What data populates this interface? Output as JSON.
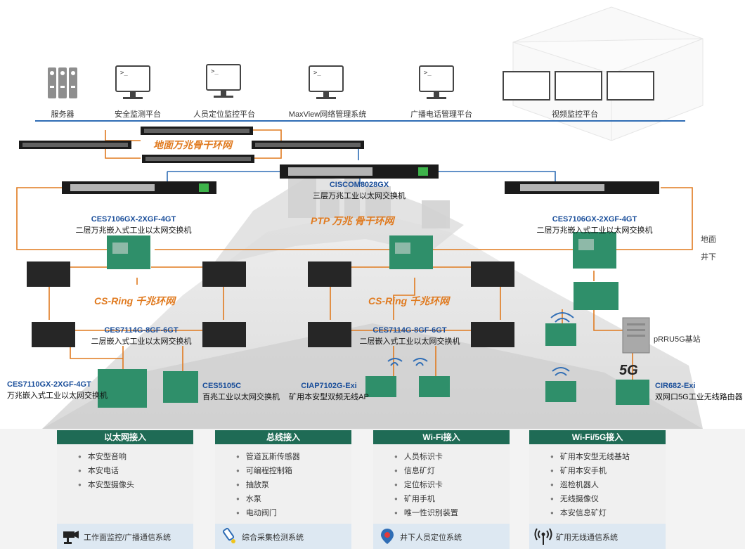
{
  "top_systems": {
    "server": "服务器",
    "safety": "安全监测平台",
    "location": "人员定位监控平台",
    "maxview": "MaxView网络管理系统",
    "broadcast": "广播电话管理平台",
    "video": "视频监控平台"
  },
  "rings": {
    "ground": "地面万兆骨干环网",
    "ptp": "PTP 万兆 骨干环网",
    "cs_left": "CS-Ring 千兆环网",
    "cs_right": "CS-Ring 千兆环网"
  },
  "core": {
    "model": "CISCOM8028GX",
    "desc": "三层万兆工业以太网交换机"
  },
  "ces7106_left": {
    "model": "CES7106GX-2XGF-4GT",
    "desc": "二层万兆嵌入式工业以太网交换机"
  },
  "ces7106_right": {
    "model": "CES7106GX-2XGF-4GT",
    "desc": "二层万兆嵌入式工业以太网交换机"
  },
  "ces7114_left": {
    "model": "CES7114G-8GF-6GT",
    "desc": "二层嵌入式工业以太网交换机"
  },
  "ces7114_right": {
    "model": "CES7114G-8GF-6GT",
    "desc": "二层嵌入式工业以太网交换机"
  },
  "ces7110": {
    "model": "CES7110GX-2XGF-4GT",
    "desc": "万兆嵌入式工业以太网交换机"
  },
  "ces5105": {
    "model": "CES5105C",
    "desc": "百兆工业以太网交换机"
  },
  "ciap": {
    "model": "CIAP7102G-Exi",
    "desc": "矿用本安型双频无线AP"
  },
  "cir": {
    "model": "CIR682-Exi",
    "desc": "双网口5G工业无线路由器"
  },
  "prru": "pRRU5G基站",
  "fiveg_badge": "5G",
  "ground_label": "地面",
  "underground_label": "井下",
  "panels": [
    {
      "title": "以太网接入",
      "items": [
        "本安型音响",
        "本安电话",
        "本安型摄像头"
      ],
      "footer": "工作面监控/广播通信系统"
    },
    {
      "title": "总线接入",
      "items": [
        "管道瓦斯传感器",
        "可编程控制箱",
        "抽放泵",
        "水泵",
        "电动阀门"
      ],
      "footer": "综合采集检测系统"
    },
    {
      "title": "Wi-Fi接入",
      "items": [
        "人员标识卡",
        "信息矿灯",
        "定位标识卡",
        "矿用手机",
        "唯一性识别装置"
      ],
      "footer": "井下人员定位系统"
    },
    {
      "title": "Wi-Fi/5G接入",
      "items": [
        "矿用本安型无线基站",
        "矿用本安手机",
        "巡检机器人",
        "无线摄像仪",
        "本安信息矿灯"
      ],
      "footer": "矿用无线通信系统"
    }
  ],
  "colors": {
    "ring_orange": "#e07a1f",
    "link_blue": "#2f6db5",
    "panel_green": "#1f6b55",
    "model_blue": "#1a4e9a"
  }
}
